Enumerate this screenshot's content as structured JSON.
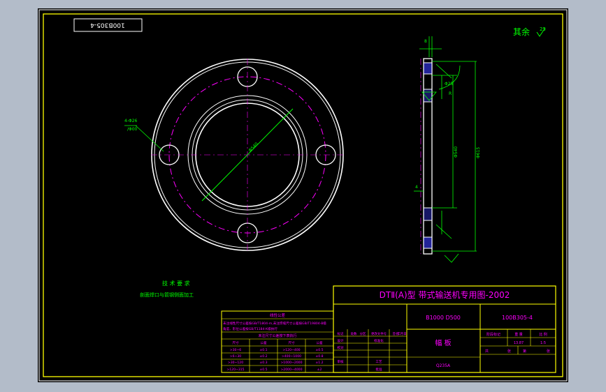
{
  "drawing": {
    "number_box": "100B305-4",
    "roughness_note": "其余",
    "roughness_value": "25",
    "holes_label_top": "4-Φ26",
    "holes_label_bottom": "/Φ00",
    "tech_title": "技 术 要 求",
    "tech_note": "剖面焊口与箭钢侧面加工",
    "title_block": {
      "series_title": "DTⅡ(A)型  带式输送机专用图-2002",
      "spec": "B1000 D500",
      "code": "100B305-4",
      "part_name": "幅   板",
      "material": "Q235A",
      "stage_label": "阶段标记",
      "weight_label": "重 量",
      "scale_label": "比 例",
      "weight_value": "13.87",
      "scale_value": "1:5",
      "sheet_a": "共",
      "sheet_b": "张",
      "sheet_c": "第",
      "sheet_d": "张",
      "rev_headers": [
        "标记",
        "处数",
        "分区",
        "更改文件号",
        "签名",
        "年月日"
      ],
      "sign_rows": [
        "设计",
        "标准化",
        "校对",
        "审核",
        "工艺",
        "批准"
      ]
    },
    "tolerance_table": {
      "title": "线性公差",
      "line1": "未注线性尺寸公差按GB/T1804-m,未注焊缝尺寸公差按GB/T19804-B级",
      "line2": "角度、形位公差按GB/T1184-K级执行",
      "subtitle": "未注尺寸公差按下表执行",
      "header": [
        "尺寸",
        "公差",
        "尺寸",
        "公差"
      ],
      "rows": [
        [
          ">30~6",
          "±0.1",
          ">120~400",
          "±0.5"
        ],
        [
          ">6~30",
          "±0.2",
          ">400~1000",
          "±0.8"
        ],
        [
          ">30~120",
          "±0.3",
          ">1000~2000",
          "±1.2"
        ],
        [
          ">120~315",
          "±0.5",
          ">2000~4000",
          "±2"
        ]
      ]
    },
    "front_view": {
      "diameter_label": "Φ540"
    },
    "section_view": {
      "labels": [
        "8",
        "R",
        "Φ25",
        "Φ540",
        "Φ615",
        "4"
      ]
    }
  }
}
